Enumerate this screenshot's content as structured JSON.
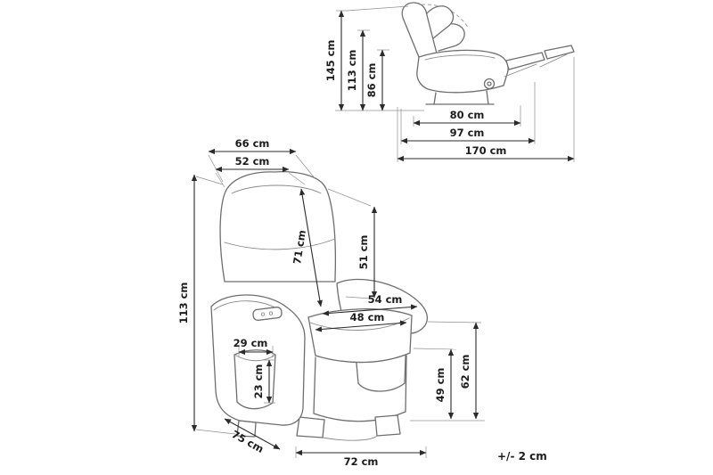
{
  "diagram": {
    "subject": "recliner-armchair-dimensions",
    "units": "cm",
    "tolerance": "+/- 2 cm",
    "line_color": "#6e6e6e",
    "dim_color": "#2b2b2b"
  },
  "side_view": {
    "name": "side profile with recline motion",
    "heights": [
      {
        "name": "max-height-reclined",
        "label": "145 cm"
      },
      {
        "name": "height-upright",
        "label": "113 cm"
      },
      {
        "name": "backrest-height",
        "label": "86 cm"
      }
    ],
    "depths": [
      {
        "name": "seat-depth",
        "label": "80 cm"
      },
      {
        "name": "depth-upright",
        "label": "97 cm"
      },
      {
        "name": "depth-reclined",
        "label": "170 cm"
      }
    ]
  },
  "front_view": {
    "name": "front perspective view",
    "dimensions": {
      "back_width_outer": "66 cm",
      "back_width_inner": "52 cm",
      "total_height": "113 cm",
      "backrest_inner_height": "71 cm",
      "backrest_side_height": "51 cm",
      "seat_width_outer": "54 cm",
      "seat_width_inner": "48 cm",
      "pocket_width": "29 cm",
      "pocket_height": "23 cm",
      "seat_height": "49 cm",
      "armrest_height": "62 cm",
      "seat_depth": "75 cm",
      "base_width": "72 cm"
    }
  }
}
